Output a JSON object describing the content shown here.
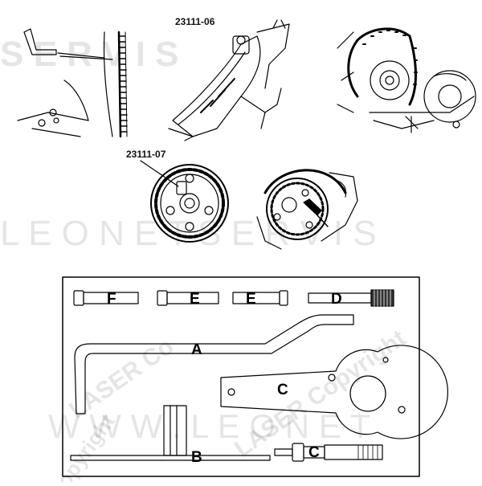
{
  "figure": {
    "part_codes": {
      "top_center": "23111-06",
      "middle_left": "23111-07"
    },
    "tool_labels": {
      "f": "F",
      "e1": "E",
      "e2": "E",
      "d": "D",
      "a": "A",
      "c1": "C",
      "b": "B",
      "c2": "C"
    },
    "watermarks": {
      "row1": "S E R V I S",
      "row2": "L E O N E T   S E R V I S",
      "diagonal1": "LASER Co",
      "diagonal2": "LASER Copyright",
      "row3": "W W W . L E O N E T",
      "copyright": "Copyright"
    },
    "colors": {
      "line": "#000000",
      "background": "#ffffff"
    }
  }
}
